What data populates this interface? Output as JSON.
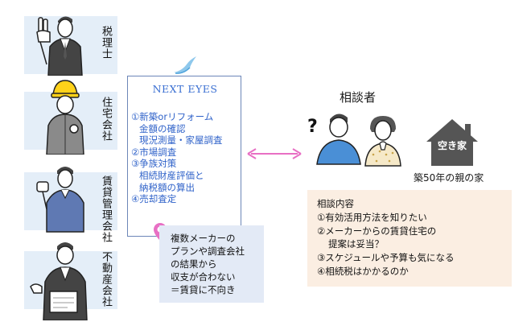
{
  "experts": [
    {
      "label": "税理士"
    },
    {
      "label": "住宅会社"
    },
    {
      "label": "賃貸管理会社"
    },
    {
      "label": "不動産会社"
    }
  ],
  "brand": {
    "name": "NEXT EYES"
  },
  "services": [
    "①新築orリフォーム",
    "金額の確認",
    "現況測量・家屋調査",
    "②市場調査",
    "③争族対策",
    "相続財産評価と",
    "納税額の算出",
    "④売却査定"
  ],
  "note": [
    "複数メーカーの",
    "プランや調査会社",
    "の結果から",
    "収支が合わない",
    "＝賃貸に不向き"
  ],
  "consultee": {
    "title": "相談者"
  },
  "house": {
    "sign": "空き家",
    "caption": "築50年の親の家"
  },
  "consultation": {
    "heading": "相談内容",
    "items": [
      "①有効活用方法を知りたい",
      "②メーカーからの賃貸住宅の",
      "提案は妥当？",
      "③スケジュールや予算も気になる",
      "④相続税はかかるのか"
    ]
  },
  "colors": {
    "accent_blue": "#3a6fd2",
    "arrow_pink": "#e86fc4",
    "person_bg": "#e4eef8",
    "note_bg": "#e3eaf6",
    "consult_bg": "#fbeee2",
    "house": "#555555"
  }
}
